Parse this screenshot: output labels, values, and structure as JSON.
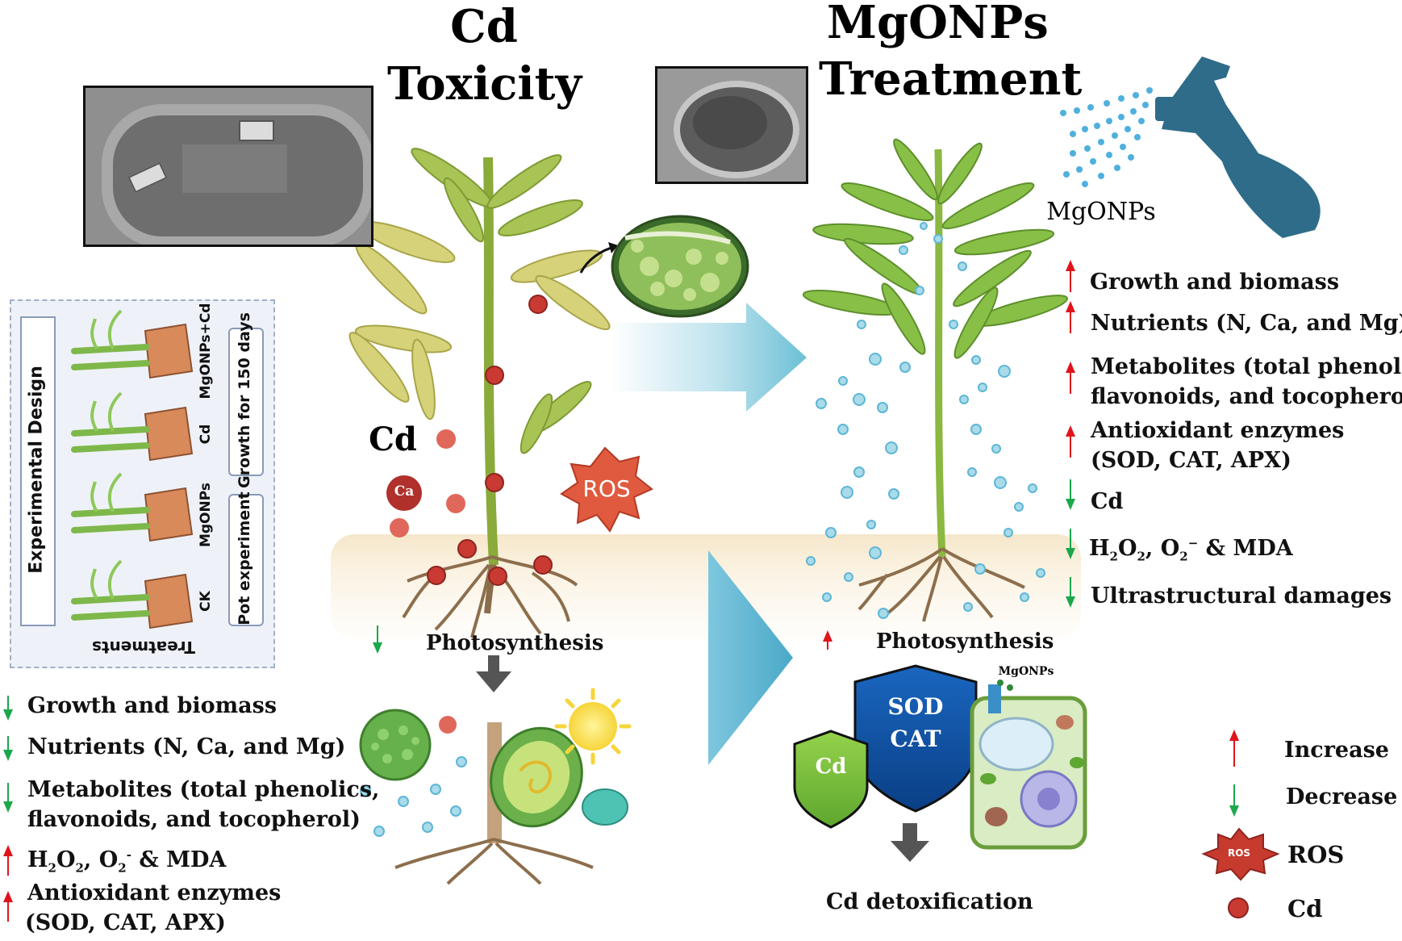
{
  "titles": {
    "cd_line1": "Cd",
    "cd_line2": "Toxicity",
    "mg_line1": "MgONPs",
    "mg_line2": "Treatment"
  },
  "labels": {
    "cd_soil": "Cd",
    "ca_ball": "Ca",
    "ros_burst": "ROS",
    "spray_label": "MgONPs",
    "photosynthesis_left": "Photosynthesis",
    "photosynthesis_right": "Photosynthesis",
    "sod": "SOD",
    "cat": "CAT",
    "cd_shield": "Cd",
    "mgonps_cell": "MgONPs",
    "cd_detox": "Cd detoxification"
  },
  "experimental_design": {
    "title": "Experimental Design",
    "treatments_label": "Treatments",
    "growth": "Growth for 150 days",
    "pot": "Pot experiment",
    "groups": [
      "MgONPs+Cd",
      "Cd",
      "MgONPs",
      "CK"
    ]
  },
  "right_effects": {
    "growth": "Growth and biomass",
    "nutrients": "Nutrients (N, Ca, and Mg)",
    "metabolites_1": "Metabolites (total phenolics,",
    "metabolites_2": "flavonoids, and tocopherol)",
    "antioxidant_1": "Antioxidant enzymes",
    "antioxidant_2": "(SOD, CAT, APX)",
    "cd": "Cd",
    "ros_h": "H",
    "ros_2a": "2",
    "ros_o": "O",
    "ros_2b": "2",
    "ros_sep": ", O",
    "ros_2c": "2",
    "ros_minus": "−",
    "ros_tail": " & MDA",
    "ultra": "Ultrastructural damages"
  },
  "left_effects": {
    "growth": "Growth and biomass",
    "nutrients": "Nutrients (N, Ca, and Mg)",
    "metabolites_1": "Metabolites (total phenolics,",
    "metabolites_2": "flavonoids, and tocopherol)",
    "ros_h": "H",
    "ros_2a": "2",
    "ros_o": "O",
    "ros_2b": "2",
    "ros_sep": ", O",
    "ros_2c": "2",
    "ros_minus": "-",
    "ros_tail": " & MDA",
    "antioxidant_1": "Antioxidant enzymes",
    "antioxidant_2": "(SOD, CAT, APX)"
  },
  "legend": {
    "increase": "Increase",
    "decrease": "Decrease",
    "ros": "ROS",
    "ros_icon_text": "ROS",
    "cd": "Cd"
  },
  "colors": {
    "increase": "#e0141b",
    "decrease": "#1aa84b",
    "cd_dot": "#c83a32",
    "ros": "#e05a3f",
    "nanoparticle": "#5eb6d6",
    "shield_blue": "#0e4c9c",
    "shield_green": "#7cc242",
    "arrow_blue": "#5fb6cf"
  }
}
